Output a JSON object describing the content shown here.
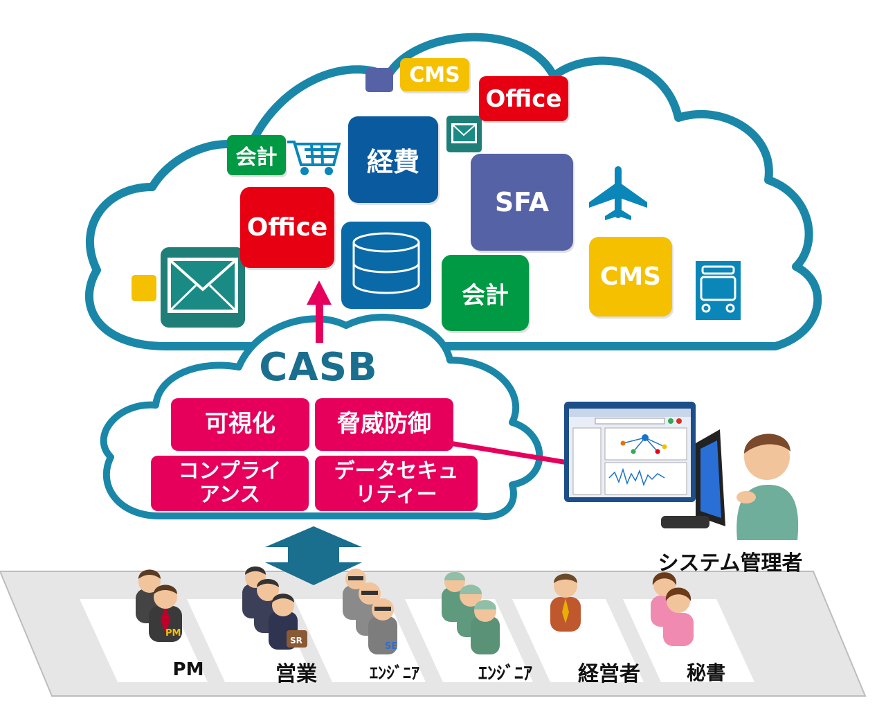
{
  "cloud": {
    "tiles": [
      {
        "text": "CMS",
        "color": "#f5c000"
      },
      {
        "text": "Office",
        "color": "#e60012"
      },
      {
        "text": "会計",
        "color": "#009944"
      },
      {
        "text": "経費",
        "color": "#0a5aa0"
      },
      {
        "text": "SFA",
        "color": "#5563a6"
      },
      {
        "text": "Office",
        "color": "#e60012"
      },
      {
        "text": "会計",
        "color": "#009944"
      },
      {
        "text": "CMS",
        "color": "#f5c000"
      }
    ],
    "icons": [
      "mail-icon",
      "database-icon",
      "shopping-cart-icon",
      "airplane-icon",
      "train-icon",
      "envelope-icon"
    ]
  },
  "casb": {
    "title": "CASB",
    "features": [
      "可視化",
      "脅威防御",
      "コンプライ\nアンス",
      "データセキュ\nリティー"
    ]
  },
  "admin": {
    "label": "システム管理者"
  },
  "users": [
    {
      "label": "PM",
      "badge": "PM"
    },
    {
      "label": "営業",
      "badge": "SR"
    },
    {
      "label": "ｴﾝｼﾞﾆｱ",
      "badge": "SE"
    },
    {
      "label": "ｴﾝｼﾞﾆｱ",
      "badge": ""
    },
    {
      "label": "経営者",
      "badge": ""
    },
    {
      "label": "秘書",
      "badge": ""
    }
  ],
  "colors": {
    "cloud_stroke": "#1a87a8",
    "casb_text": "#1a6e8e",
    "feature_box": "#e6005c",
    "arrow": "#1a6e8e",
    "platform": "#e6e6e6"
  }
}
